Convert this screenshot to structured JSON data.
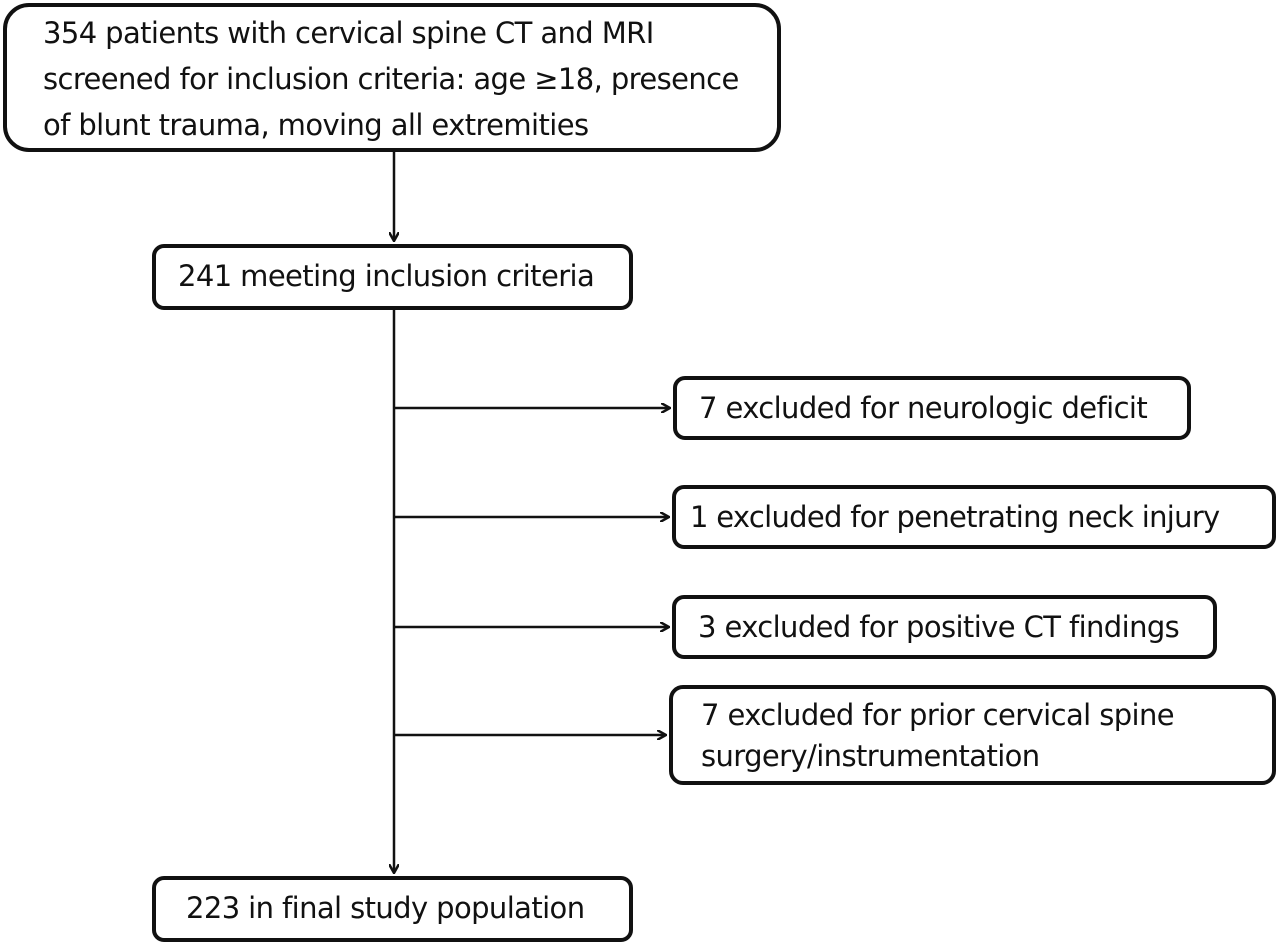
{
  "flowchart": {
    "screened": {
      "lines": [
        "354 patients with cervical spine CT and MRI",
        "screened for inclusion criteria: age ≥18, presence",
        "of blunt trauma, moving all extremities"
      ]
    },
    "inclusion": {
      "label": "241 meeting inclusion criteria"
    },
    "exclusions": [
      {
        "lines": [
          "7 excluded for neurologic deficit"
        ]
      },
      {
        "lines": [
          "1 excluded for penetrating neck injury"
        ]
      },
      {
        "lines": [
          "3 excluded for positive CT findings"
        ]
      },
      {
        "lines": [
          "7 excluded for prior cervical spine",
          "surgery/instrumentation"
        ]
      }
    ],
    "final": {
      "label": "223 in final study population"
    }
  }
}
